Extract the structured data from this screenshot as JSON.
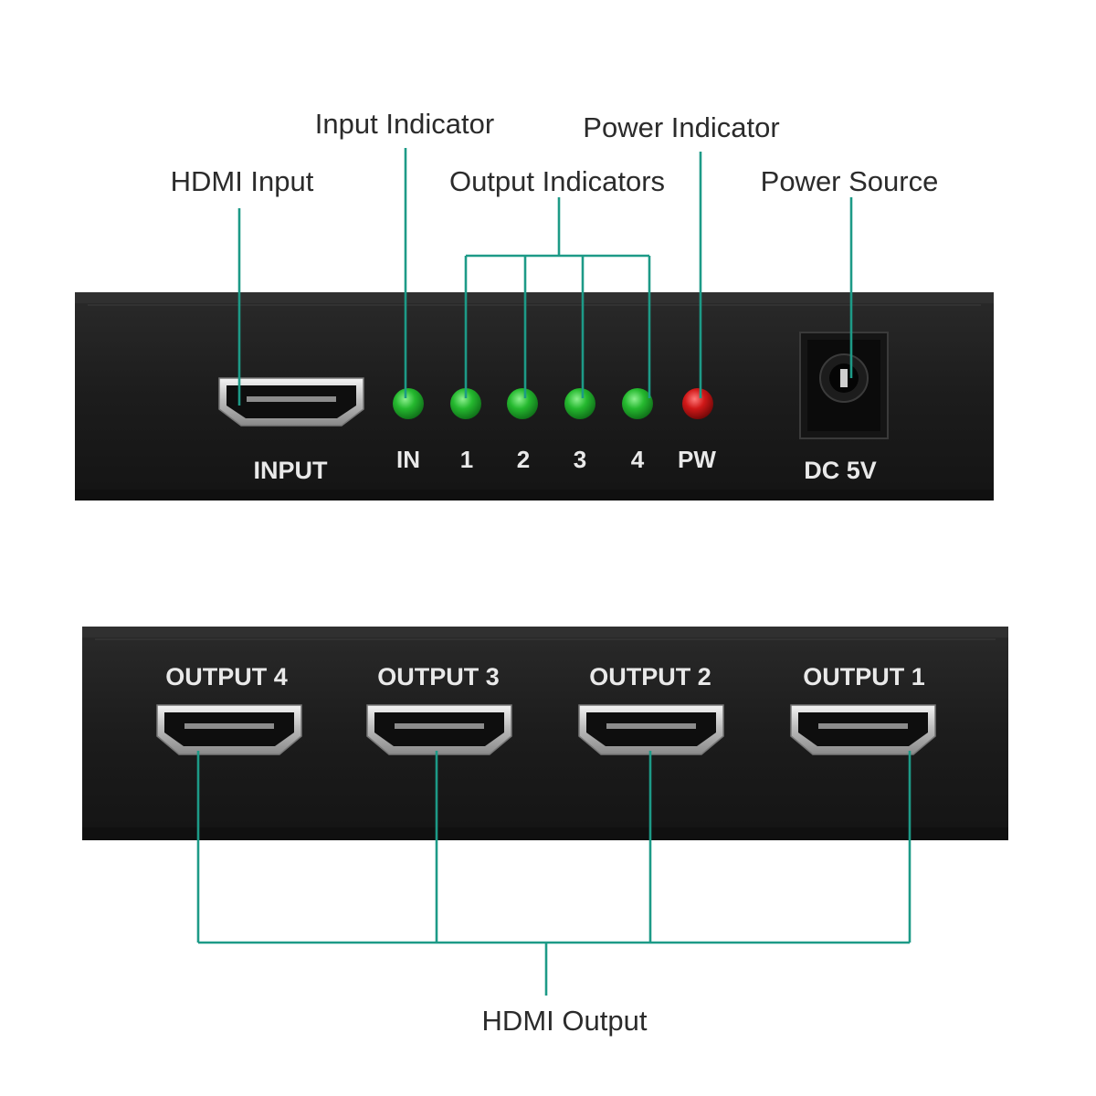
{
  "callouts": {
    "hdmi_input": "HDMI Input",
    "input_indicator": "Input Indicator",
    "output_indicators": "Output Indicators",
    "power_indicator": "Power Indicator",
    "power_source": "Power Source",
    "hdmi_output": "HDMI Output"
  },
  "front_panel": {
    "input_port_label": "INPUT",
    "indicators": [
      {
        "label": "IN",
        "color": "#1fae2a",
        "state": "on"
      },
      {
        "label": "1",
        "color": "#1fae2a",
        "state": "on"
      },
      {
        "label": "2",
        "color": "#1fae2a",
        "state": "on"
      },
      {
        "label": "3",
        "color": "#1fae2a",
        "state": "on"
      },
      {
        "label": "4",
        "color": "#1fae2a",
        "state": "on"
      },
      {
        "label": "PW",
        "color": "#c41414",
        "state": "on"
      }
    ],
    "power_jack_label": "DC 5V"
  },
  "back_panel": {
    "outputs": [
      {
        "label": "OUTPUT 4"
      },
      {
        "label": "OUTPUT 3"
      },
      {
        "label": "OUTPUT 2"
      },
      {
        "label": "OUTPUT 1"
      }
    ]
  },
  "colors": {
    "leader_line": "#1d9a87",
    "device_body": "#1b1b1b",
    "led_green": "#1fae2a",
    "led_red": "#c41414"
  },
  "icons": [
    "hdmi-port-icon",
    "dc-power-jack-icon",
    "led-indicator-icon"
  ]
}
